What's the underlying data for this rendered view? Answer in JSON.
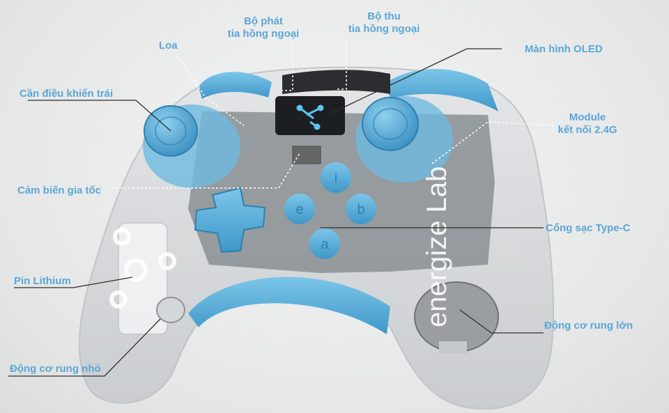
{
  "labels": {
    "ir_emitter": [
      "Bộ phát",
      "tia hồng ngoại"
    ],
    "ir_receiver": [
      "Bộ  thu",
      "tia hồng ngoại"
    ],
    "speaker": "Loa",
    "oled_screen": "Màn hình OLED",
    "left_joystick": "Cần điều khiển trái",
    "module_24g": [
      "Module",
      "kết nối 2.4G"
    ],
    "accelerometer": "Cảm biến gia tốc",
    "usb_c_port": "Cổng sạc Type-C",
    "battery": "Pin Lithium",
    "big_motor": "Động cơ rung lớn",
    "small_motor": "Động cơ rung nhỏ"
  },
  "brand": "energize Lab",
  "buttons": [
    "i",
    "e",
    "b",
    "a"
  ],
  "colors": {
    "label": "#5aa7d6",
    "accent": "#5cb2de",
    "line": "#3a3a3a"
  }
}
